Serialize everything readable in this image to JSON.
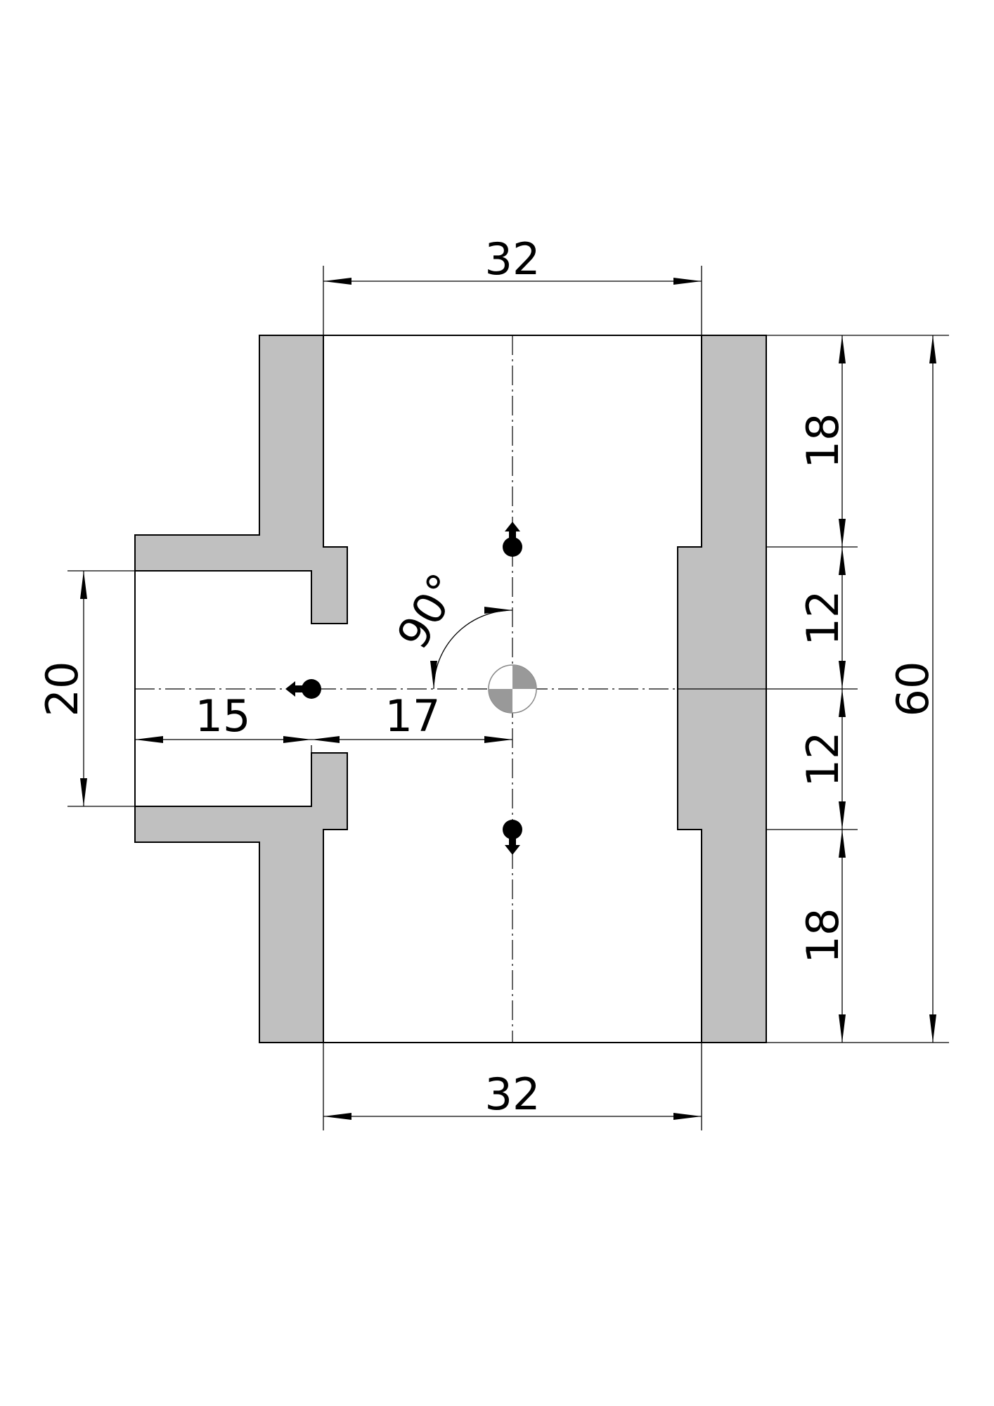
{
  "drawing": {
    "type": "tee-fitting-section",
    "colors": {
      "section_fill": "#c0c0c0",
      "line": "#000000",
      "background": "#ffffff"
    },
    "dimensions": {
      "top_width": "32",
      "bottom_width": "32",
      "right_upper_socket": "18",
      "right_upper_mid": "12",
      "right_lower_mid": "12",
      "right_lower_socket": "18",
      "overall_height": "60",
      "branch_bore": "20",
      "branch_socket_depth": "15",
      "branch_to_center": "17",
      "angle": "90°"
    }
  }
}
